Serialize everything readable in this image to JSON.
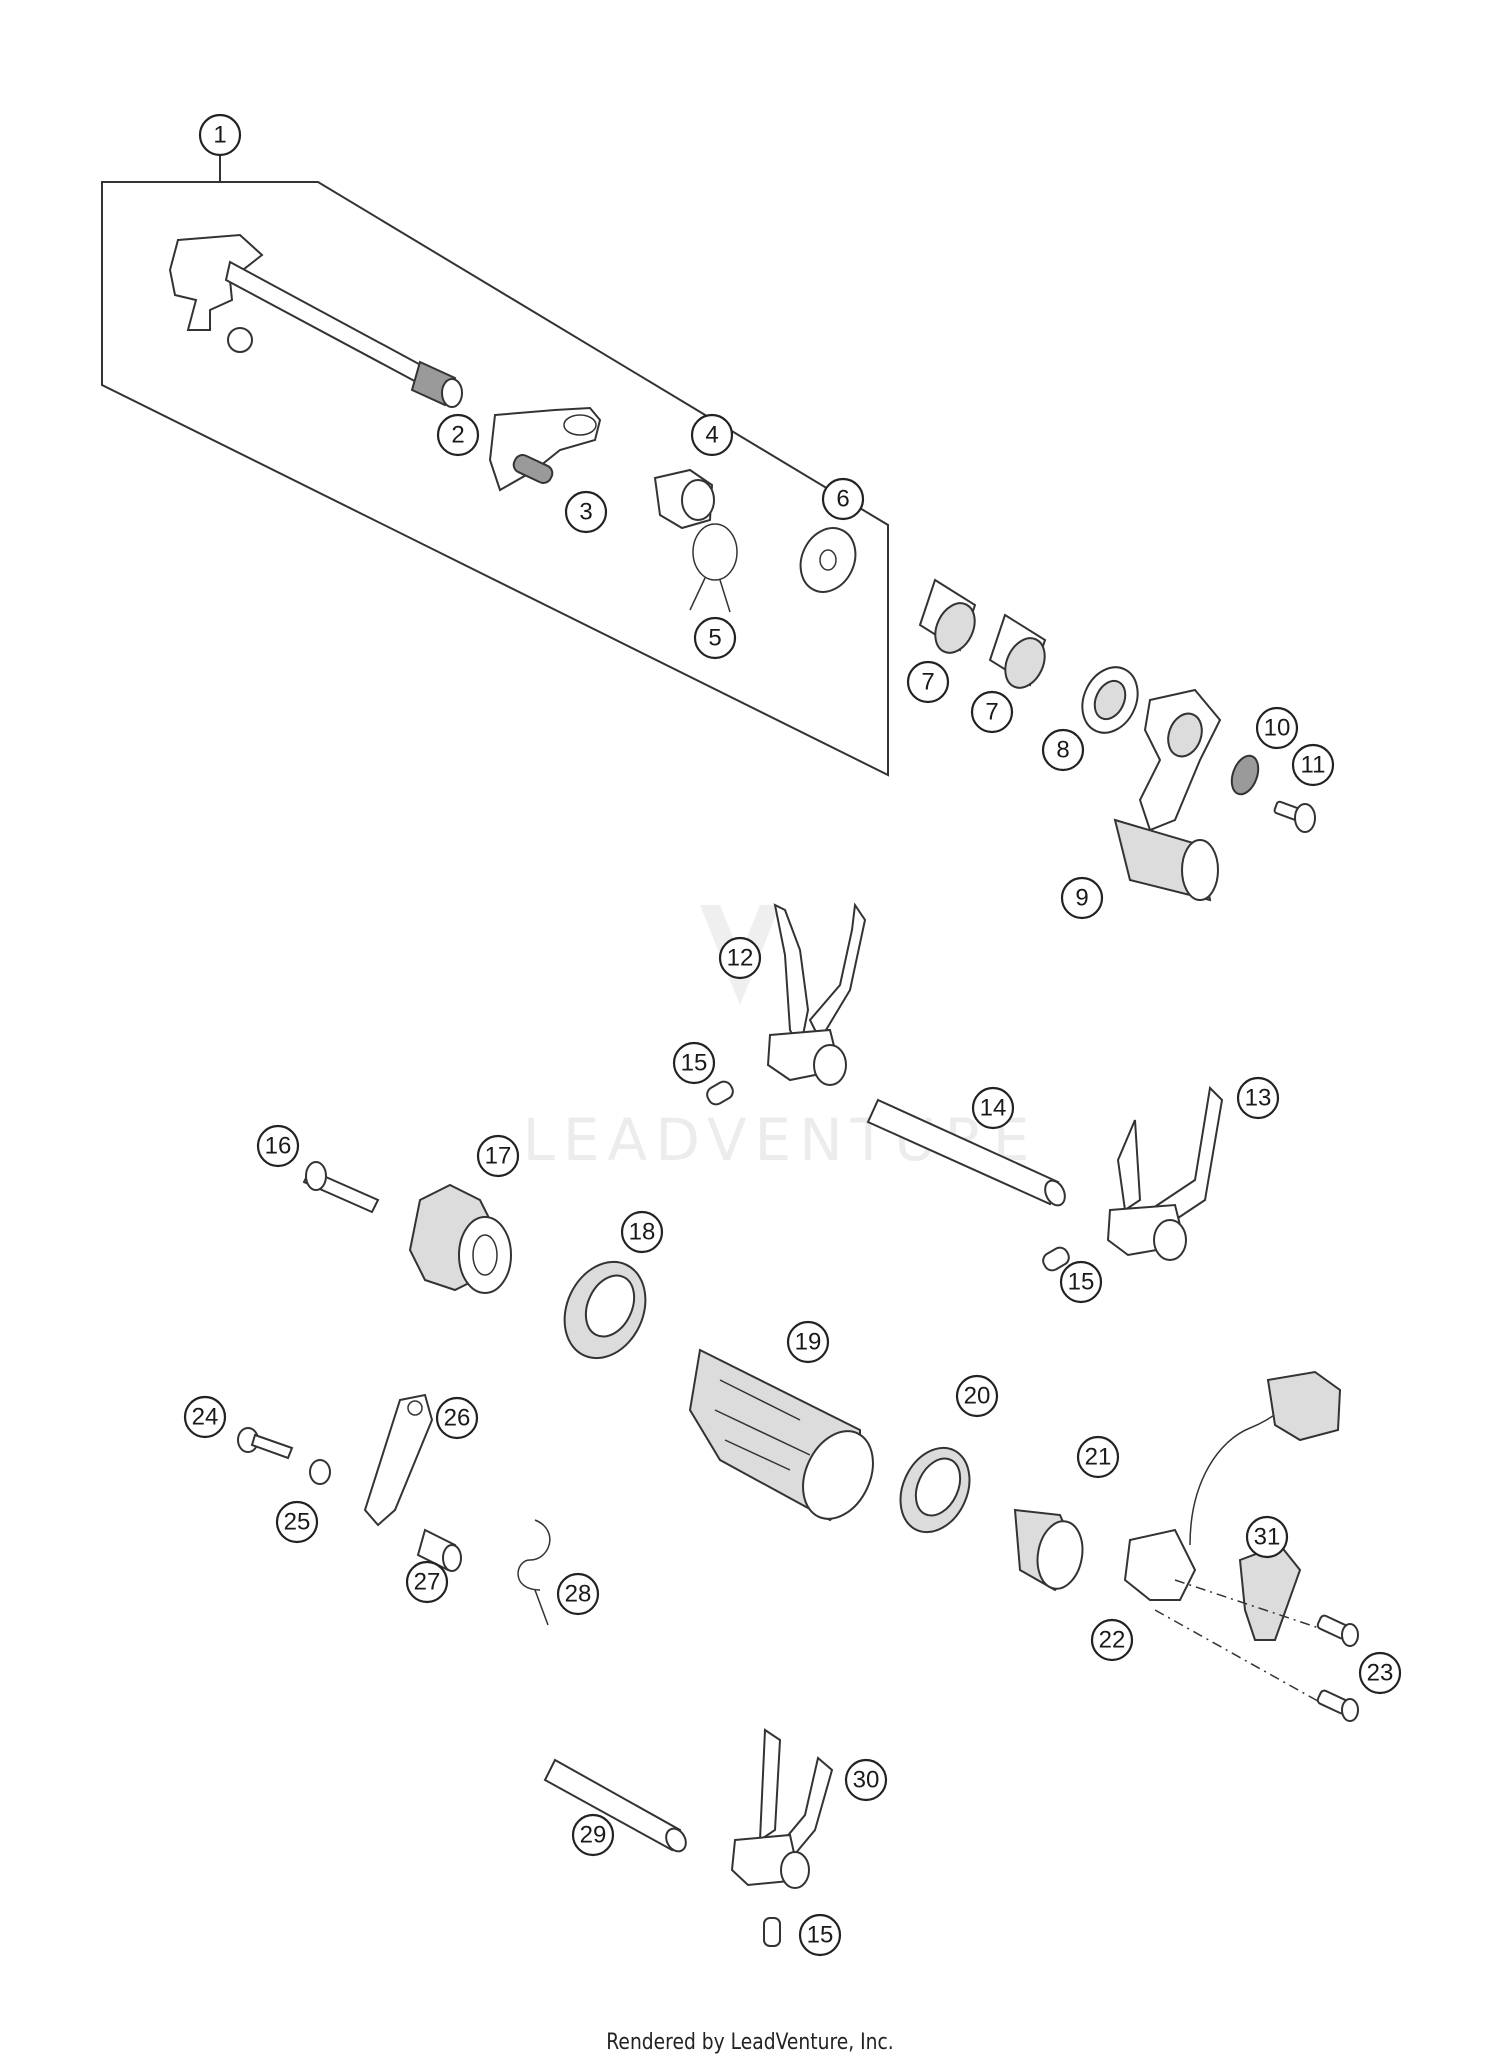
{
  "watermark": "LEADVENTURE",
  "footer": "Rendered by LeadVenture, Inc.",
  "callouts": [
    {
      "id": "c1",
      "label": "1"
    },
    {
      "id": "c2",
      "label": "2"
    },
    {
      "id": "c3",
      "label": "3"
    },
    {
      "id": "c4",
      "label": "4"
    },
    {
      "id": "c5",
      "label": "5"
    },
    {
      "id": "c6",
      "label": "6"
    },
    {
      "id": "c7a",
      "label": "7"
    },
    {
      "id": "c7b",
      "label": "7"
    },
    {
      "id": "c8",
      "label": "8"
    },
    {
      "id": "c9",
      "label": "9"
    },
    {
      "id": "c10",
      "label": "10"
    },
    {
      "id": "c11",
      "label": "11"
    },
    {
      "id": "c12",
      "label": "12"
    },
    {
      "id": "c13",
      "label": "13"
    },
    {
      "id": "c14",
      "label": "14"
    },
    {
      "id": "c15a",
      "label": "15"
    },
    {
      "id": "c15b",
      "label": "15"
    },
    {
      "id": "c15c",
      "label": "15"
    },
    {
      "id": "c16",
      "label": "16"
    },
    {
      "id": "c17",
      "label": "17"
    },
    {
      "id": "c18",
      "label": "18"
    },
    {
      "id": "c19",
      "label": "19"
    },
    {
      "id": "c20",
      "label": "20"
    },
    {
      "id": "c21",
      "label": "21"
    },
    {
      "id": "c22",
      "label": "22"
    },
    {
      "id": "c23",
      "label": "23"
    },
    {
      "id": "c24",
      "label": "24"
    },
    {
      "id": "c25",
      "label": "25"
    },
    {
      "id": "c26",
      "label": "26"
    },
    {
      "id": "c27",
      "label": "27"
    },
    {
      "id": "c28",
      "label": "28"
    },
    {
      "id": "c29",
      "label": "29"
    },
    {
      "id": "c30",
      "label": "30"
    },
    {
      "id": "c31",
      "label": "31"
    }
  ]
}
